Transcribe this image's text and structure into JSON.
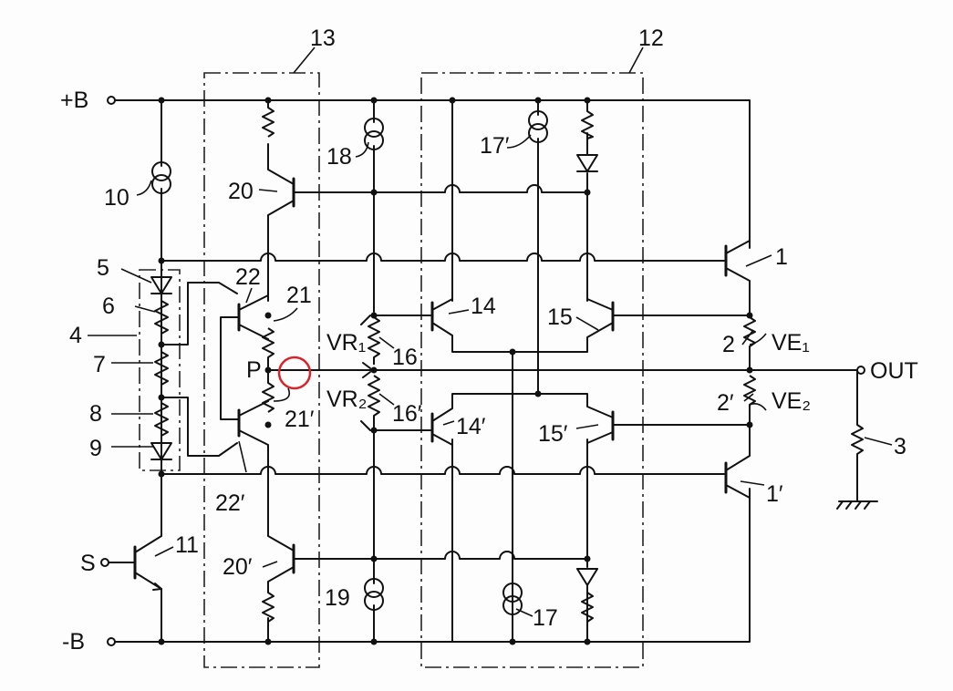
{
  "terminals": {
    "pos_supply": "+B",
    "neg_supply": "-B",
    "signal_in": "S",
    "output": "OUT",
    "node_p": "P"
  },
  "blocks": {
    "block_12": "12",
    "block_13": "13",
    "block_4": "4"
  },
  "transistors": {
    "t1": "1",
    "t1p": "1′",
    "t11": "11",
    "t14": "14",
    "t14p": "14′",
    "t15": "15",
    "t15p": "15′",
    "t20": "20",
    "t20p": "20′",
    "t22": "22",
    "t22p": "22′"
  },
  "sources": {
    "s10": "10",
    "s17": "17",
    "s17p": "17′",
    "s18": "18",
    "s19": "19"
  },
  "resistors": {
    "r2": "2",
    "r2p": "2′",
    "r3": "3",
    "r6": "6",
    "r7": "7",
    "r8": "8",
    "r16": "16",
    "r16p": "16′",
    "r21": "21",
    "r21p": "21′"
  },
  "diodes": {
    "d5": "5",
    "d9": "9"
  },
  "variables": {
    "vr1": "VR₁",
    "vr2": "VR₂",
    "ve1": "VE₁",
    "ve2": "VE₂"
  },
  "highlight": {
    "color": "#d8232a"
  }
}
